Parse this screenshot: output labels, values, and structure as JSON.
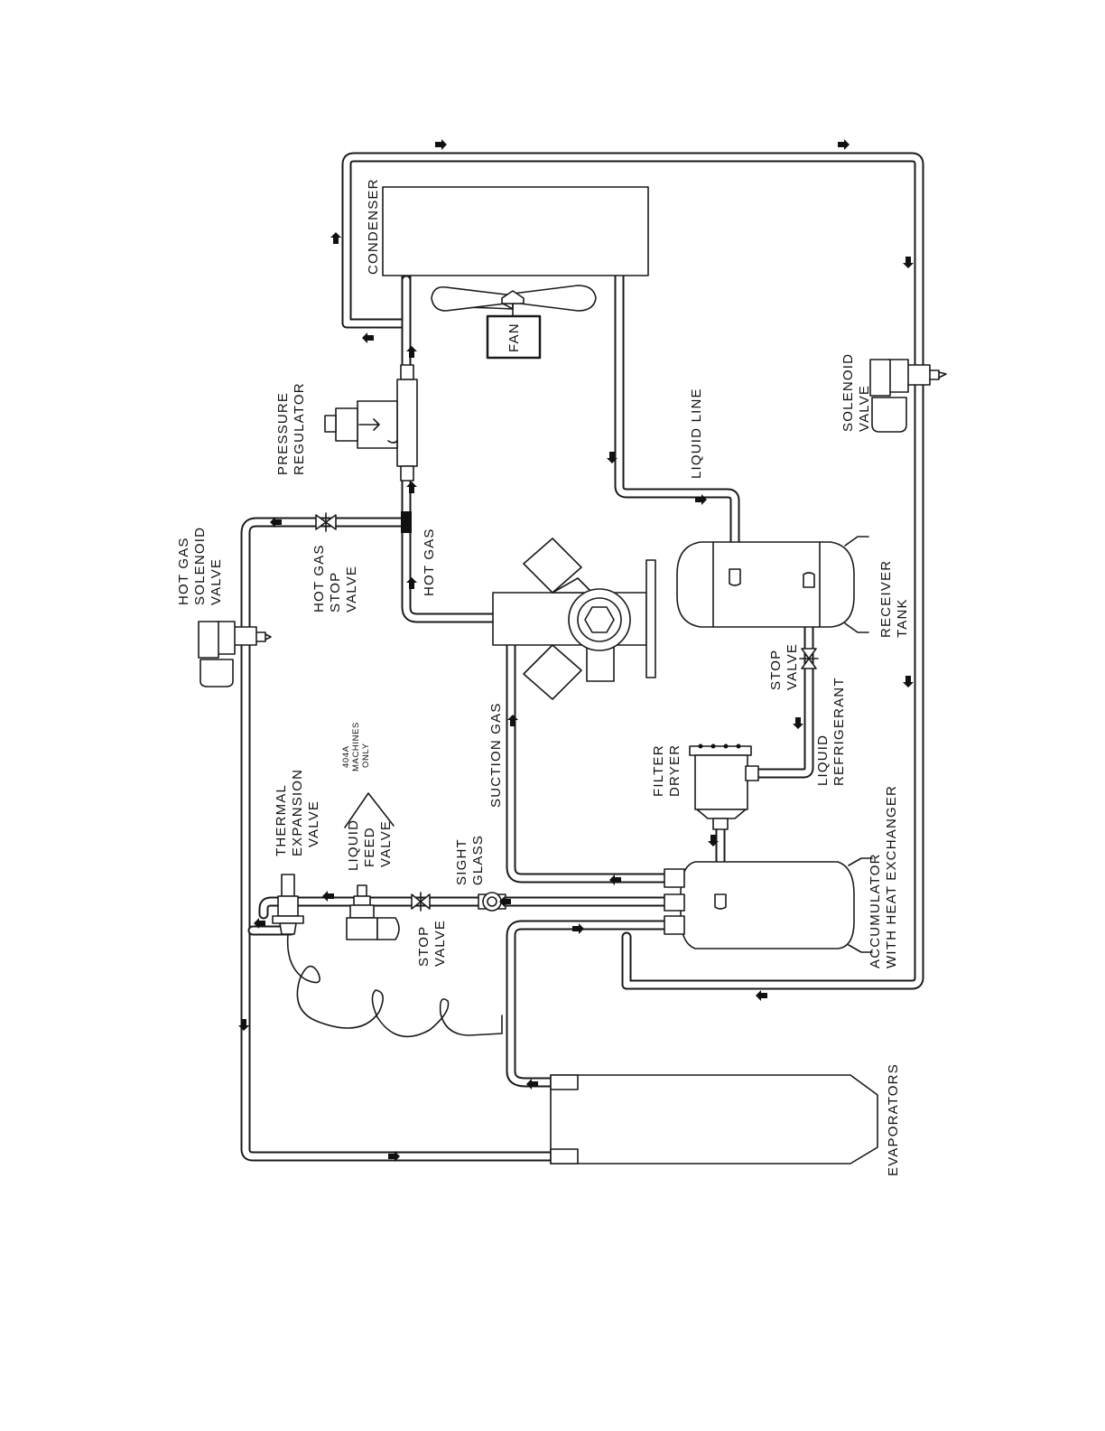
{
  "labels": {
    "condenser": "CONDENSER",
    "fan": "FAN",
    "solenoid_valve": [
      "SOLENOID",
      "VALVE"
    ],
    "liquid_line": "LIQUID LINE",
    "pressure_regulator": [
      "PRESSURE",
      "REGULATOR"
    ],
    "hot_gas_solenoid_valve": [
      "HOT GAS",
      "SOLENOID",
      "VALVE"
    ],
    "hot_gas_stop_valve": [
      "HOT GAS",
      "STOP",
      "VALVE"
    ],
    "hot_gas": "HOT GAS",
    "receiver_tank": [
      "RECEIVER",
      "TANK"
    ],
    "stop_valve_liquid": [
      "STOP",
      "VALVE"
    ],
    "liquid_refrigerant": [
      "LIQUID",
      "REFRIGERANT"
    ],
    "filter_dryer": [
      "FILTER",
      "DRYER"
    ],
    "suction_gas": "SUCTION GAS",
    "note_404a": [
      "404A",
      "MACHINES",
      "ONLY"
    ],
    "thermal_expansion_valve": [
      "THERMAL",
      "EXPANSION",
      "VALVE"
    ],
    "liquid_feed_valve": [
      "LIQUID",
      "FEED",
      "VALVE"
    ],
    "sight_glass": [
      "SIGHT",
      "GLASS"
    ],
    "stop_valve_sight": [
      "STOP",
      "VALVE"
    ],
    "accumulator": [
      "ACCUMULATOR",
      "WITH HEAT EXCHANGER"
    ],
    "evaporators": "EVAPORATORS"
  },
  "colors": {
    "line": "#1a1a1a",
    "background": "#ffffff"
  },
  "flow_arrow_icon": "flow-arrow-icon"
}
